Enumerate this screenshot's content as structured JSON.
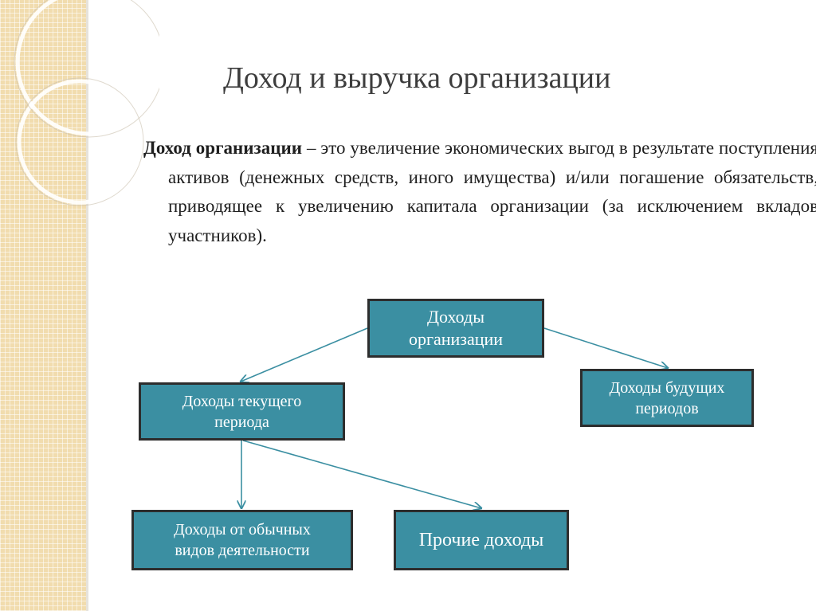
{
  "slide": {
    "title": "Доход и выручка организации",
    "definition": {
      "term": "Доход организации",
      "text": " – это увеличение экономических выгод в результате поступления активов (денежных средств, иного имущества) и/или погашение обязательств, приводящее к увеличению капитала организации (за исключением вкладов участников)."
    }
  },
  "diagram": {
    "root": {
      "line1": "Доходы",
      "line2": "организации"
    },
    "current": {
      "line1": "Доходы текущего",
      "line2": "периода"
    },
    "future": {
      "line1": "Доходы будущих",
      "line2": "периодов"
    },
    "ordinary": {
      "line1": "Доходы от обычных",
      "line2": "видов деятельности"
    },
    "other": {
      "label": "Прочие доходы"
    }
  },
  "colors": {
    "box_fill": "#3b8fa2",
    "box_border": "#2d2d2d",
    "connector": "#3b8fa2",
    "side_band": "#f1dcae"
  }
}
